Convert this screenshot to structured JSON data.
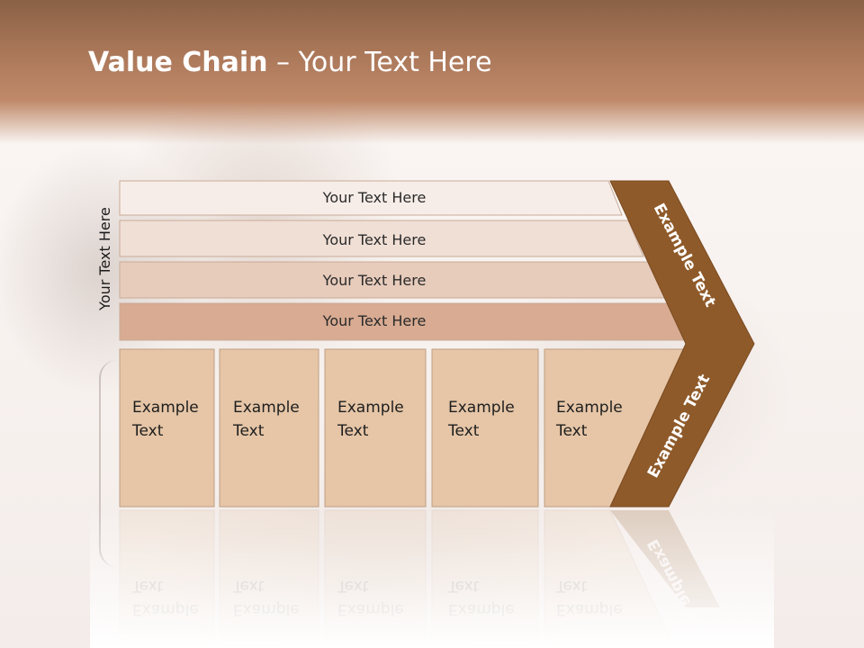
{
  "slide": {
    "title_bold": "Value Chain",
    "title_rest": " – Your Text Here",
    "vertical_label": "Your Text Here"
  },
  "support_bars": [
    {
      "label": "Your Text Here",
      "fill": "#f7ede8"
    },
    {
      "label": "Your Text Here",
      "fill": "#f0dfd5"
    },
    {
      "label": "Your Text Here",
      "fill": "#e7cbbb"
    },
    {
      "label": "Your Text Here",
      "fill": "#d8ab92"
    }
  ],
  "primary_boxes": [
    {
      "line1": "Example",
      "line2": "Text"
    },
    {
      "line1": "Example",
      "line2": "Text"
    },
    {
      "line1": "Example",
      "line2": "Text"
    },
    {
      "line1": "Example",
      "line2": "Text"
    },
    {
      "line1": "Example",
      "line2": "Text"
    }
  ],
  "margin_arrow": {
    "upper_label": "Example Text",
    "lower_label": "Example Text",
    "color": "#8f5a2a"
  },
  "colors": {
    "box_fill": "#e6c6a7",
    "header_band": "#a97658"
  }
}
